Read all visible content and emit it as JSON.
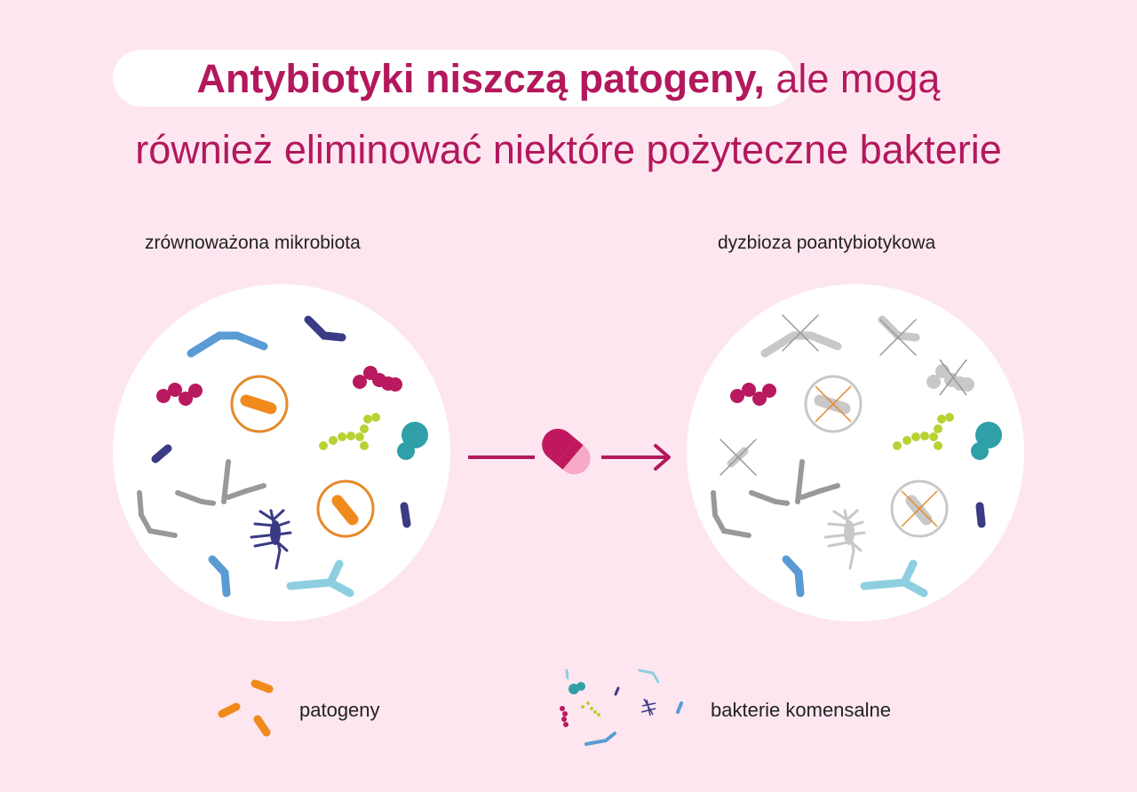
{
  "title": {
    "line1_bold": "Antybiotyki niszczą patogeny,",
    "line1_rest": " ale mogą",
    "line2": "również eliminować niektóre pożyteczne bakterie"
  },
  "panels": [
    {
      "label": "zrównoważona mikrobiota"
    },
    {
      "label": "dyzbioza poantybiotykowa"
    }
  ],
  "center": {
    "icon": "antibiotic-capsule-icon",
    "arrow": "arrow-right-icon"
  },
  "legend": [
    {
      "label": "patogeny",
      "icon": "pathogen-icon",
      "color": "#f08a1c"
    },
    {
      "label": "bakterie komensalne",
      "icon": "commensal-bacteria-icon"
    }
  ],
  "colors": {
    "background": "#fde6f0",
    "title": "#b3185d",
    "pathogen": "#f08a1c",
    "magenta": "#b8195f",
    "navy": "#3a3a85",
    "blue": "#5a9bd4",
    "lightblue": "#8dcfe0",
    "lime": "#b9d233",
    "teal": "#2fa0a8",
    "dead": "#c8c8c8"
  }
}
